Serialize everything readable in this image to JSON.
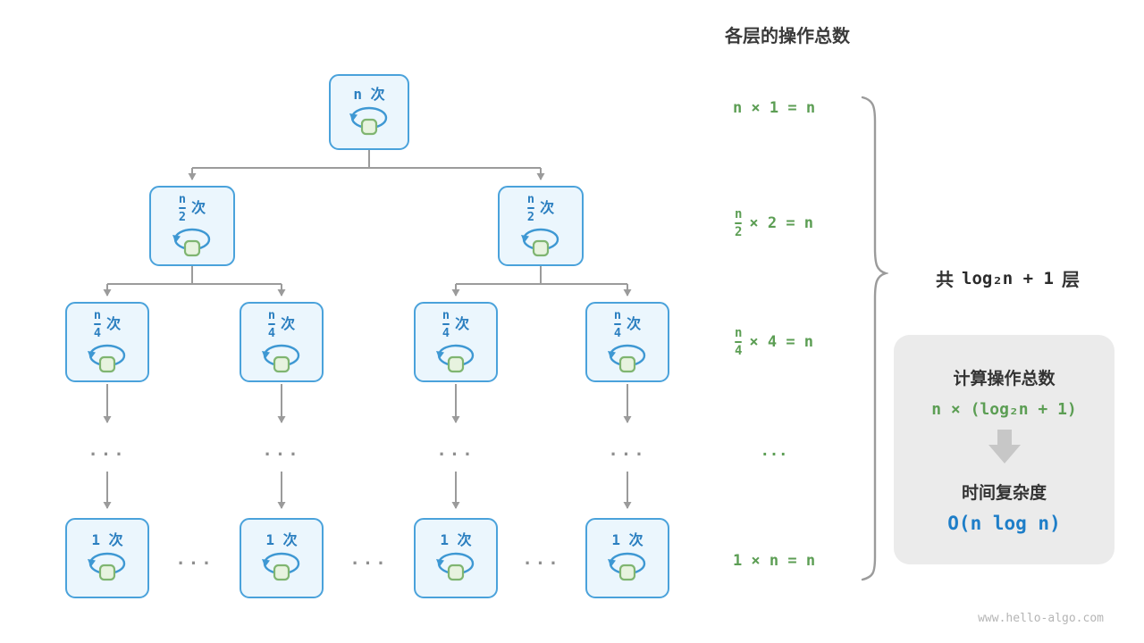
{
  "header": {
    "title": "各层的操作总数"
  },
  "tree": {
    "root": {
      "label": "n 次"
    },
    "level1": {
      "num": "n",
      "den": "2",
      "suffix": "次"
    },
    "level2": {
      "num": "n",
      "den": "4",
      "suffix": "次"
    },
    "bottom": {
      "label": "1 次"
    },
    "ellipsis": "..."
  },
  "annotations": {
    "row1": "n × 1 = n",
    "row2": {
      "num": "n",
      "den": "2",
      "rest": "× 2 = n"
    },
    "row3": {
      "num": "n",
      "den": "4",
      "rest": "× 4 = n"
    },
    "row4": "...",
    "row5": "1 × n = n"
  },
  "layer_count": {
    "prefix": "共",
    "formula": "log₂n + 1",
    "suffix": "层"
  },
  "summary": {
    "ops_title": "计算操作总数",
    "ops_formula": "n × (log₂n + 1)",
    "complexity_title": "时间复杂度",
    "complexity_value": "O(n log n)"
  },
  "watermark": "www.hello-algo.com",
  "colors": {
    "node_border": "#4AA2DB",
    "node_text": "#2B7FC0",
    "green": "#5C9E54",
    "result_blue": "#1E7EC8",
    "line_gray": "#9B9B9B"
  }
}
